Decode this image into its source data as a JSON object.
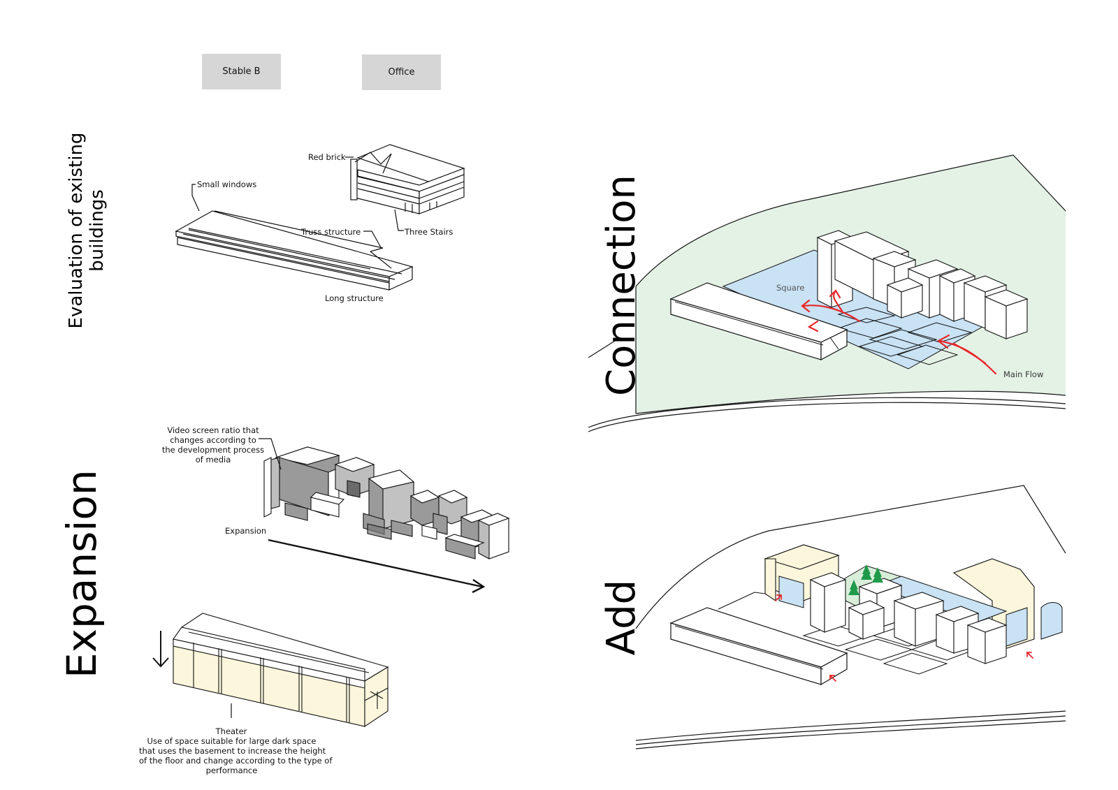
{
  "tags": {
    "stable_b": "Stable B",
    "office": "Office"
  },
  "titles": {
    "evaluation": "Evaluation of existing\nbuildings",
    "expansion": "Expansion",
    "connection": "Connection",
    "add": "Add"
  },
  "evaluation_labels": {
    "red_brick": "Red brick",
    "small_windows": "Small windows",
    "truss_structure": "Truss structure",
    "three_stairs": "Three Stairs",
    "long_structure": "Long structure"
  },
  "expansion_labels": {
    "video_screen": "Video screen ratio that\nchanges according to\nthe development process\nof media",
    "expansion": "Expansion",
    "theater_title": "Theater",
    "theater_desc": "Use of space suitable for large dark space\nthat uses the basement to increase the height\nof the floor and change according to the type of\nperformance"
  },
  "connection_labels": {
    "square": "Square",
    "main_flow": "Main Flow"
  },
  "colors": {
    "tag_bg": "#d6d6d6",
    "site_green": "#e4f2e6",
    "square_blue": "#c9e2f4",
    "flow_red": "#e8262a",
    "screen_gray": "#9a9a9a",
    "theater_yellow": "#fbf6dc",
    "tree_green": "#1f9a4a"
  }
}
